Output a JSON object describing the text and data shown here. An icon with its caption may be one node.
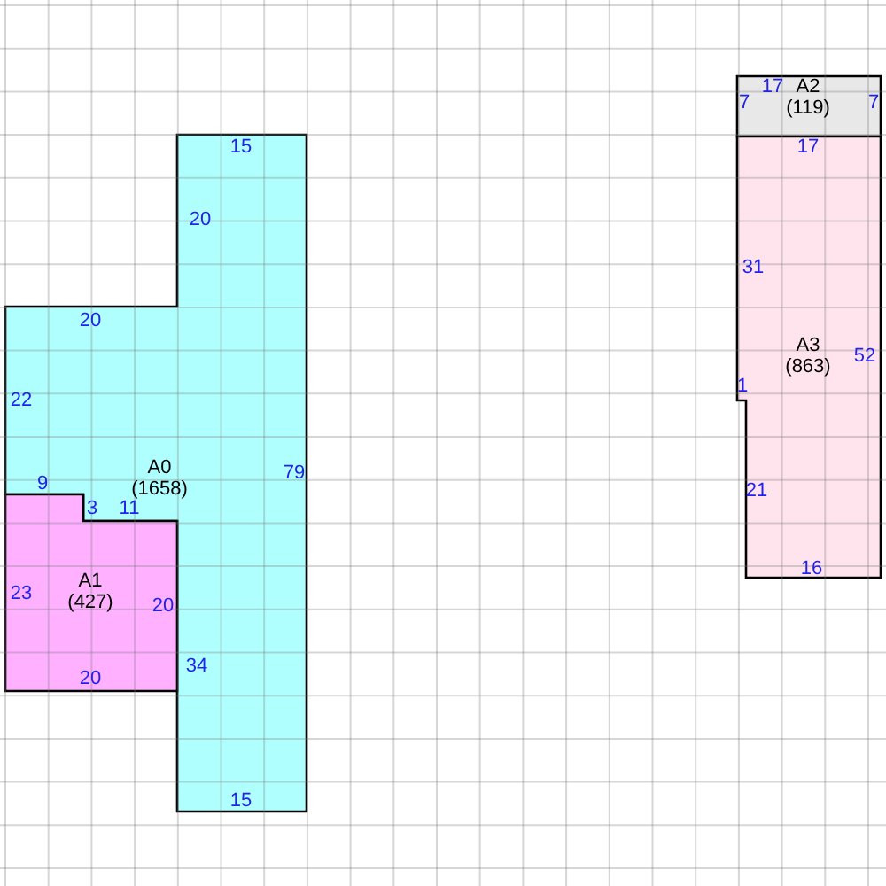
{
  "diagram": {
    "nodes": [
      {
        "text": [
          "A0",
          "(1658)",
          "15",
          "20",
          "20",
          "22",
          "79",
          "9",
          "3",
          "11",
          "34",
          "15"
        ]
      },
      {
        "text": [
          "A1",
          "(427)",
          "23",
          "20",
          "20"
        ]
      },
      {
        "text": [
          "A2",
          "(119)",
          "7",
          "17",
          "7"
        ]
      },
      {
        "text": [
          "A3",
          "(863)",
          "17",
          "31",
          "52",
          "1",
          "21",
          "16"
        ]
      }
    ]
  }
}
